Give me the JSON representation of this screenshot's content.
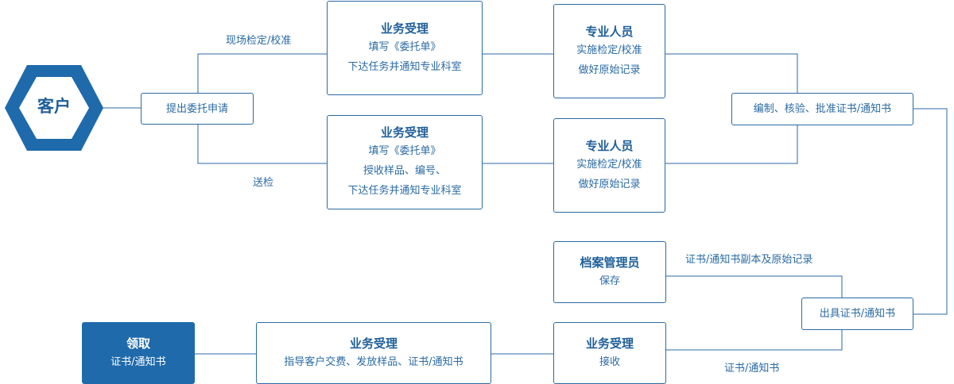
{
  "customer": {
    "label": "客户"
  },
  "apply": {
    "label": "提出委托申请"
  },
  "edges": {
    "onsite": "现场检定/校准",
    "send": "送检",
    "archive": "证书/通知书副本及原始记录",
    "cert": "证书/通知书"
  },
  "biz_top": {
    "title": "业务受理",
    "lines": [
      "填写《委托单》",
      "下达任务并通知专业科室"
    ]
  },
  "biz_mid": {
    "title": "业务受理",
    "lines": [
      "填写《委托单》",
      "授收样品、编号、",
      "下达任务并通知专业科室"
    ]
  },
  "staff_top": {
    "title": "专业人员",
    "lines": [
      "实施检定/校准",
      "做好原始记录"
    ]
  },
  "staff_mid": {
    "title": "专业人员",
    "lines": [
      "实施检定/校准",
      "做好原始记录"
    ]
  },
  "compile": {
    "label": "编制、核验、批准证书/通知书"
  },
  "issue": {
    "label": "出具证书/通知书"
  },
  "archivist": {
    "title": "档案管理员",
    "lines": [
      "保存"
    ]
  },
  "receive": {
    "title": "业务受理",
    "lines": [
      "接收"
    ]
  },
  "guide": {
    "title": "业务受理",
    "lines": [
      "指导客户交费、发放样品、证书/通知书"
    ]
  },
  "collect": {
    "title": "领取",
    "lines": [
      "证书/通知书"
    ]
  },
  "colors": {
    "accent": "#1f6aab",
    "line": "#2a6aa3"
  }
}
